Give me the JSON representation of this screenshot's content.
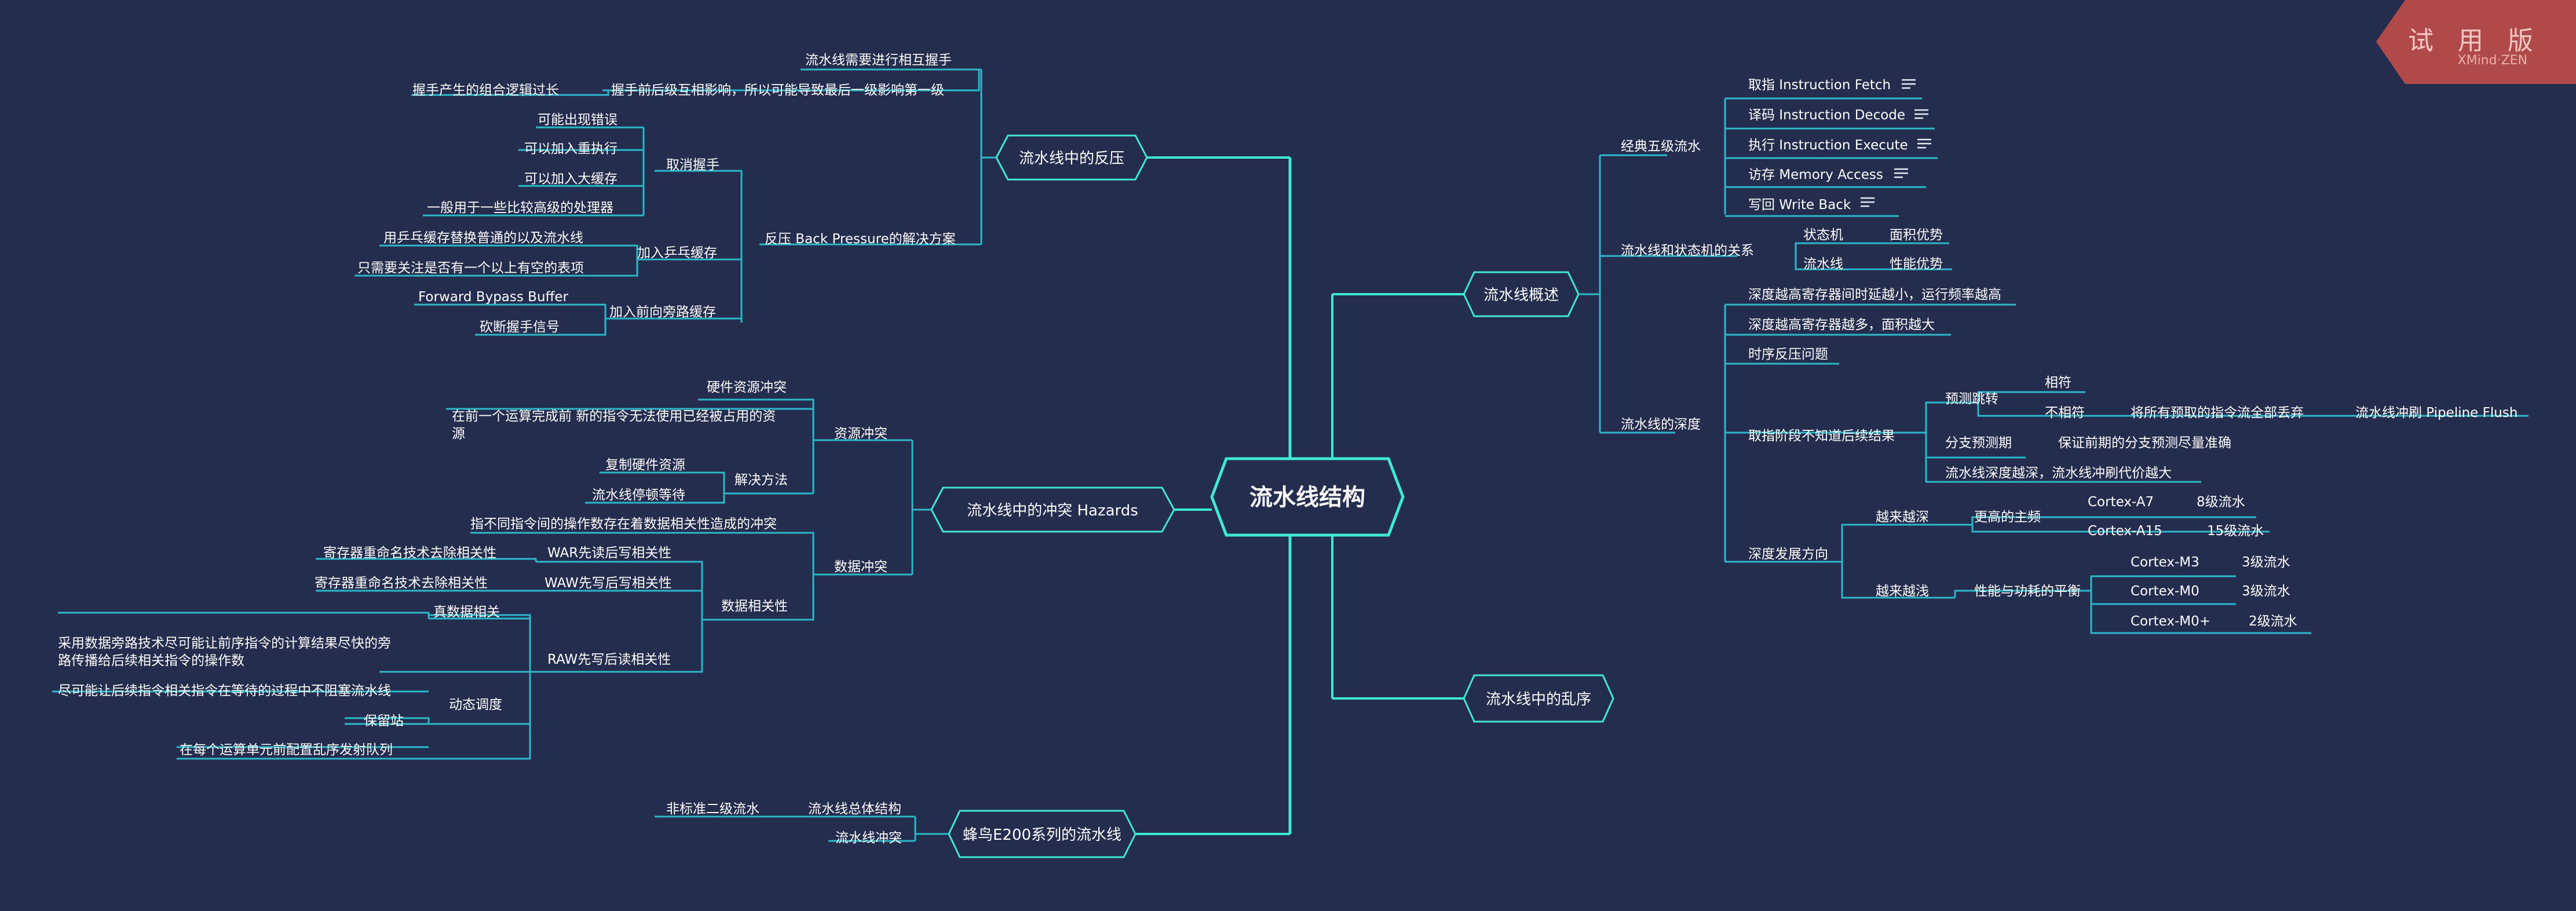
{
  "trial": {
    "title": "试 用 版",
    "brand": "XMind·ZEN"
  },
  "central": "流水线结构",
  "backpressure": {
    "title": "流水线中的反压",
    "handshake_need": "流水线需要进行相互握手",
    "handshake_effect": "握手前后级互相影响，所以可能导致最后一级影响第一级",
    "handshake_logic": "握手产生的组合逻辑过长",
    "solution": "反压 Back Pressure的解决方案",
    "cancel_handshake": "取消握手",
    "cancel_items": [
      "可能出现错误",
      "可以加入重执行",
      "可以加入大缓存",
      "一般用于一些比较高级的处理器"
    ],
    "pingpong": "加入乒乓缓存",
    "pingpong_items": [
      "用乒乓缓存替换普通的以及流水线",
      "只需要关注是否有一个以上有空的表项"
    ],
    "bypass": "加入前向旁路缓存",
    "bypass_items": [
      "Forward Bypass Buffer",
      "砍断握手信号"
    ]
  },
  "hazards": {
    "title": "流水线中的冲突 Hazards",
    "resource": "资源冲突",
    "hw_resource": "硬件资源冲突",
    "resource_desc_1": "在前一个运算完成前 新的指令无法使用已经被占用的资",
    "resource_desc_2": "源",
    "solution": "解决方法",
    "copy_hw": "复制硬件资源",
    "stall": "流水线停顿等待",
    "data": "数据冲突",
    "data_desc": "指不同指令间的操作数存在着数据相关性造成的冲突",
    "data_dep": "数据相关性",
    "war": "WAR先读后写相关性",
    "war_desc": "寄存器重命名技术去除相关性",
    "waw": "WAW先写后写相关性",
    "waw_desc": "寄存器重命名技术去除相关性",
    "raw": "RAW先写后读相关性",
    "true_dep": "真数据相关",
    "dynamic": "动态调度",
    "bypass_1": "采用数据旁路技术尽可能让前序指令的计算结果尽快的旁",
    "bypass_2": "路传播给后续相关指令的操作数",
    "no_block": "尽可能让后续指令相关指令在等待的过程中不阻塞流水线",
    "reservation": "保留站",
    "oo_queue": "在每个运算单元前配置乱序发射队列"
  },
  "e200": {
    "title": "蜂鸟E200系列的流水线",
    "overall": "流水线总体结构",
    "nonstandard": "非标准二级流水",
    "conflict": "流水线冲突"
  },
  "overview": {
    "title": "流水线概述",
    "classic": "经典五级流水",
    "stages": [
      "取指 Instruction Fetch",
      "译码 Instruction Decode",
      "执行 Instruction Execute",
      "访存 Memory Access",
      "写回 Write Back"
    ],
    "fsm_relation": "流水线和状态机的关系",
    "fsm": "状态机",
    "fsm_adv": "面积优势",
    "pipe": "流水线",
    "pipe_adv": "性能优势",
    "depth": "流水线的深度",
    "depth_freq": "深度越高寄存器间时延越小，运行频率越高",
    "depth_area": "深度越高寄存器越多，面积越大",
    "timing_bp": "时序反压问题",
    "fetch_unknown": "取指阶段不知道后续结果",
    "predict": "预测跳转",
    "match": "相符",
    "mismatch": "不相符",
    "discard": "将所有预取的指令流全部丢弃",
    "flush": "流水线冲刷 Pipeline Flush",
    "branch_predict": "分支预测期",
    "ensure_accuracy": "保证前期的分支预测尽量准确",
    "deeper_cost": "流水线深度越深，流水线冲刷代价越大",
    "trend": "深度发展方向",
    "deeper": "越来越深",
    "higher_freq": "更高的主频",
    "a7": "Cortex-A7",
    "a7_stage": "8级流水",
    "a15": "Cortex-A15",
    "a15_stage": "15级流水",
    "shallower": "越来越浅",
    "balance": "性能与功耗的平衡",
    "m3": "Cortex-M3",
    "m3_stage": "3级流水",
    "m0": "Cortex-M0",
    "m0_stage": "3级流水",
    "m0p": "Cortex-M0+",
    "m0p_stage": "2级流水"
  },
  "ooo": {
    "title": "流水线中的乱序"
  },
  "colors": {
    "background": "#252d4f",
    "accent": "#3ee8d2",
    "line": "#2bb8c8",
    "badge": "#b04a4a"
  }
}
